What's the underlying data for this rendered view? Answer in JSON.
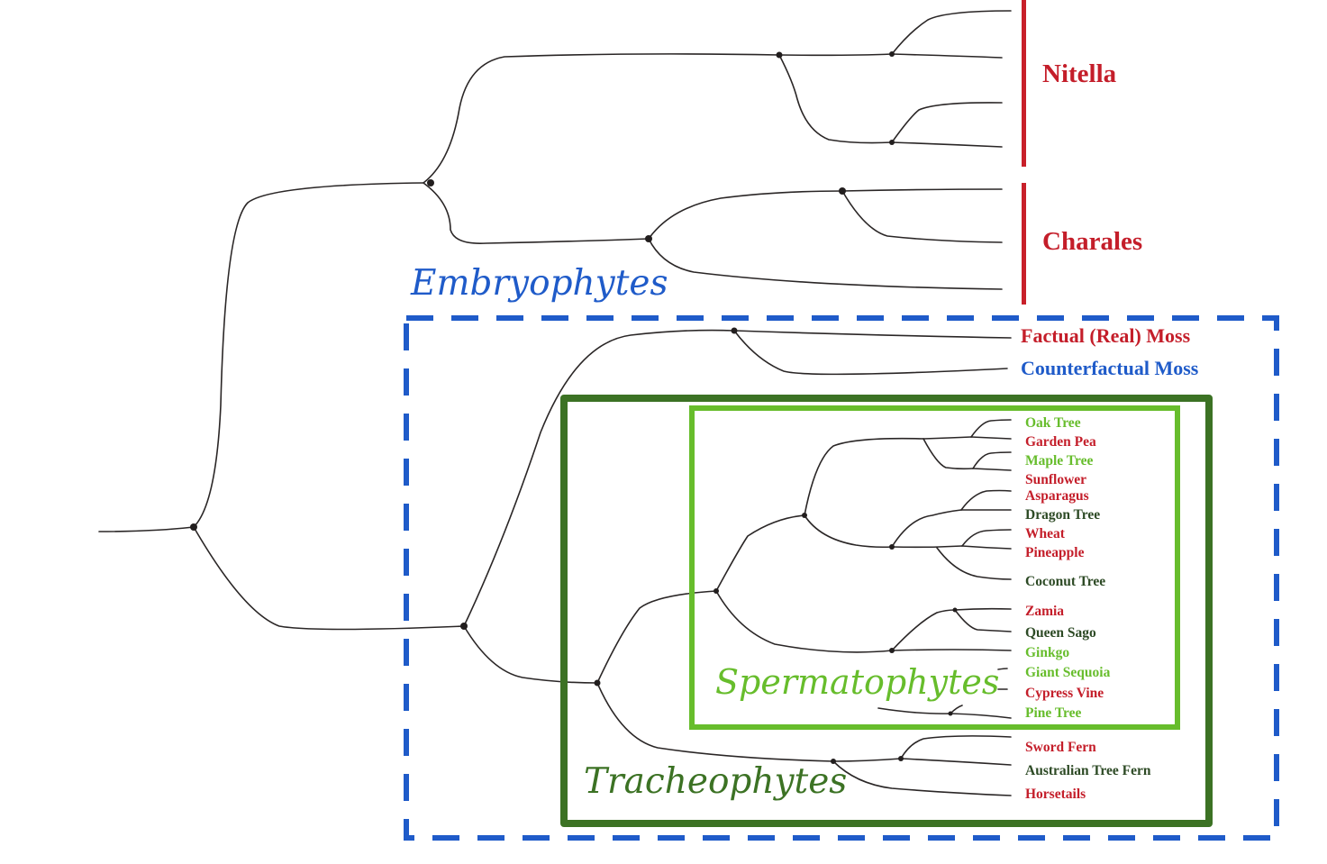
{
  "colors": {
    "red": "#c41e2a",
    "blue": "#1f5bc9",
    "light_green": "#67bd2c",
    "dark_green": "#3c7224",
    "dark_text": "#2d4a25",
    "branch": "#2a2626"
  },
  "groups": {
    "nitella": "Nitella",
    "charales": "Charales"
  },
  "clades": {
    "embryophytes": "Embryophytes",
    "tracheophytes": "Tracheophytes",
    "spermatophytes": "Spermatophytes"
  },
  "leaves": {
    "factual_moss": "Factual (Real) Moss",
    "counterfactual_moss": "Counterfactual Moss",
    "oak_tree": "Oak Tree",
    "garden_pea": "Garden Pea",
    "maple_tree": "Maple Tree",
    "sunflower": "Sunflower",
    "asparagus": "Asparagus",
    "dragon_tree": "Dragon Tree",
    "wheat": "Wheat",
    "pineapple": "Pineapple",
    "coconut_tree": "Coconut Tree",
    "zamia": "Zamia",
    "queen_sago": "Queen Sago",
    "ginkgo": "Ginkgo",
    "giant_sequoia": "Giant Sequoia",
    "cypress_vine": "Cypress Vine",
    "pine_tree": "Pine Tree",
    "sword_fern": "Sword Fern",
    "australian_tree_fern": "Australian Tree Fern",
    "horsetails": "Horsetails"
  }
}
